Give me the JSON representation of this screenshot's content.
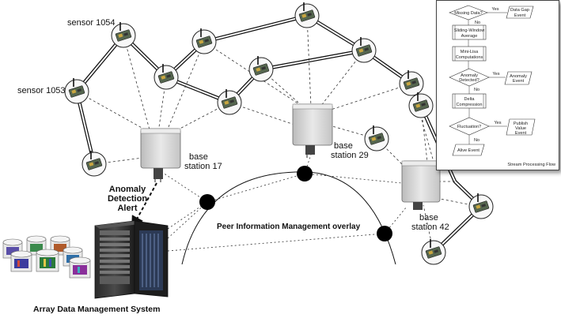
{
  "sensors": {
    "s1054_label": "sensor 1054",
    "s1053_label": "sensor 1053"
  },
  "stations": {
    "s17_line1": "base",
    "s17_line2": "station 17",
    "s29_line1": "base",
    "s29_line2": "station 29",
    "s42_line1": "base",
    "s42_line2": "station 42"
  },
  "alert": {
    "line1": "Anomaly",
    "line2": "Detection",
    "line3": "Alert"
  },
  "overlay_label": "Peer Information Management overlay",
  "system_label": "Array Data Management System",
  "flowchart": {
    "title": "Stream Processing Flow",
    "missing_data": "Missing Data?",
    "yes1": "Yes",
    "no1": "No",
    "data_gap_1": "Data Gap",
    "data_gap_2": "Event",
    "sliding_1": "Sliding-Window",
    "sliding_2": "Average",
    "minilisa_1": "Mini-Lisa",
    "minilisa_2": "Computations",
    "anomaly_q1": "Anomaly",
    "anomaly_q2": "Detected?",
    "yes2": "Yes",
    "no2": "No",
    "anomaly_ev1": "Anomaly",
    "anomaly_ev2": "Event",
    "delta_1": "Delta",
    "delta_2": "Compression",
    "fluct": "Fluctuation?",
    "yes3": "Yes",
    "no3": "No",
    "publish_1": "Publish",
    "publish_2": "Value",
    "publish_3": "Event",
    "alive": "Alive Event"
  },
  "colors": {
    "link": "#111111",
    "dashed": "#333333",
    "node_fill": "#f7f7f7",
    "overlay_node": "#000000",
    "station_box": "#d8d8d8"
  }
}
